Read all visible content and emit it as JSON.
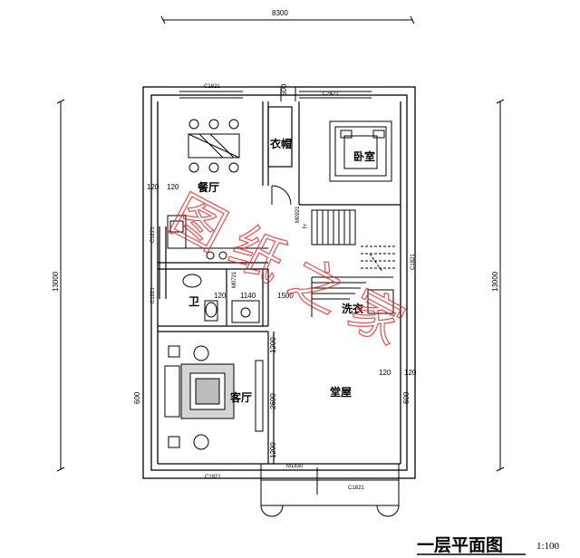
{
  "drawing": {
    "title": "一层平面图",
    "scale": "1:100",
    "dimensions": {
      "overall_width": "8300",
      "overall_depth_left": "13000",
      "overall_depth_right": "13000",
      "left_stub": "600",
      "right_stub": "600",
      "top_stub": "600",
      "inner_120_a": "120",
      "inner_120_b": "120",
      "inner_120_c": "120",
      "inner_120_d": "120",
      "inner_120_e": "120",
      "inner_1140": "1140",
      "inner_1500": "1500",
      "living_1200_top": "1200",
      "living_2690": "2690",
      "living_1200_bottom": "1200"
    },
    "openings": {
      "window_top_left": "C1821",
      "window_top_right": "C2421",
      "window_left_1": "C1221",
      "window_left_2": "C1221",
      "window_right": "C1821",
      "window_bottom_left": "C1821",
      "window_bottom_right": "C1821",
      "door_main": "M1830",
      "door_bedroom": "M0921",
      "door_bath": "M0721"
    },
    "stair_label": "上",
    "rooms": {
      "dining": "餐厅",
      "wardrobe": "衣帽",
      "bedroom": "卧室",
      "bath": "卫",
      "laundry": "洗衣",
      "living": "客厅",
      "hall": "堂屋"
    },
    "watermark": "图纸之家",
    "colors": {
      "ink": "#000000",
      "watermark": "#e02020"
    }
  }
}
